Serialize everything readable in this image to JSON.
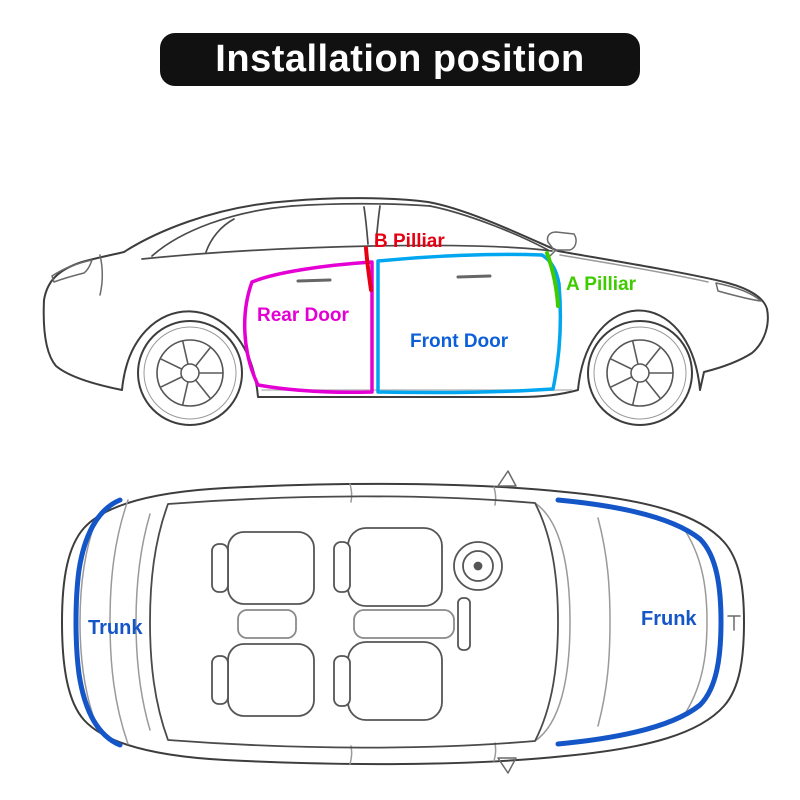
{
  "header": {
    "title": "Installation position"
  },
  "side_view": {
    "labels": {
      "b_pillar": {
        "text": "B Pilliar",
        "color": "#e60012",
        "highlight_color": "#e60012"
      },
      "a_pillar": {
        "text": "A Pilliar",
        "color": "#3ecb00",
        "highlight_color": "#3ecb00"
      },
      "rear_door": {
        "text": "Rear Door",
        "color": "#e400d4",
        "highlight_color": "#e400d4"
      },
      "front_door": {
        "text": "Front Door",
        "color": "#0b5fd9",
        "highlight_color": "#00a6ef"
      }
    }
  },
  "top_view": {
    "labels": {
      "trunk": {
        "text": "Trunk",
        "color": "#1456c8",
        "highlight_color": "#1456c8"
      },
      "frunk": {
        "text": "Frunk",
        "color": "#1456c8",
        "highlight_color": "#1456c8"
      }
    }
  },
  "colors": {
    "banner_bg": "#111111",
    "banner_text": "#ffffff",
    "line_art": "#3d3d3d",
    "line_art_light": "#9a9a9a"
  }
}
